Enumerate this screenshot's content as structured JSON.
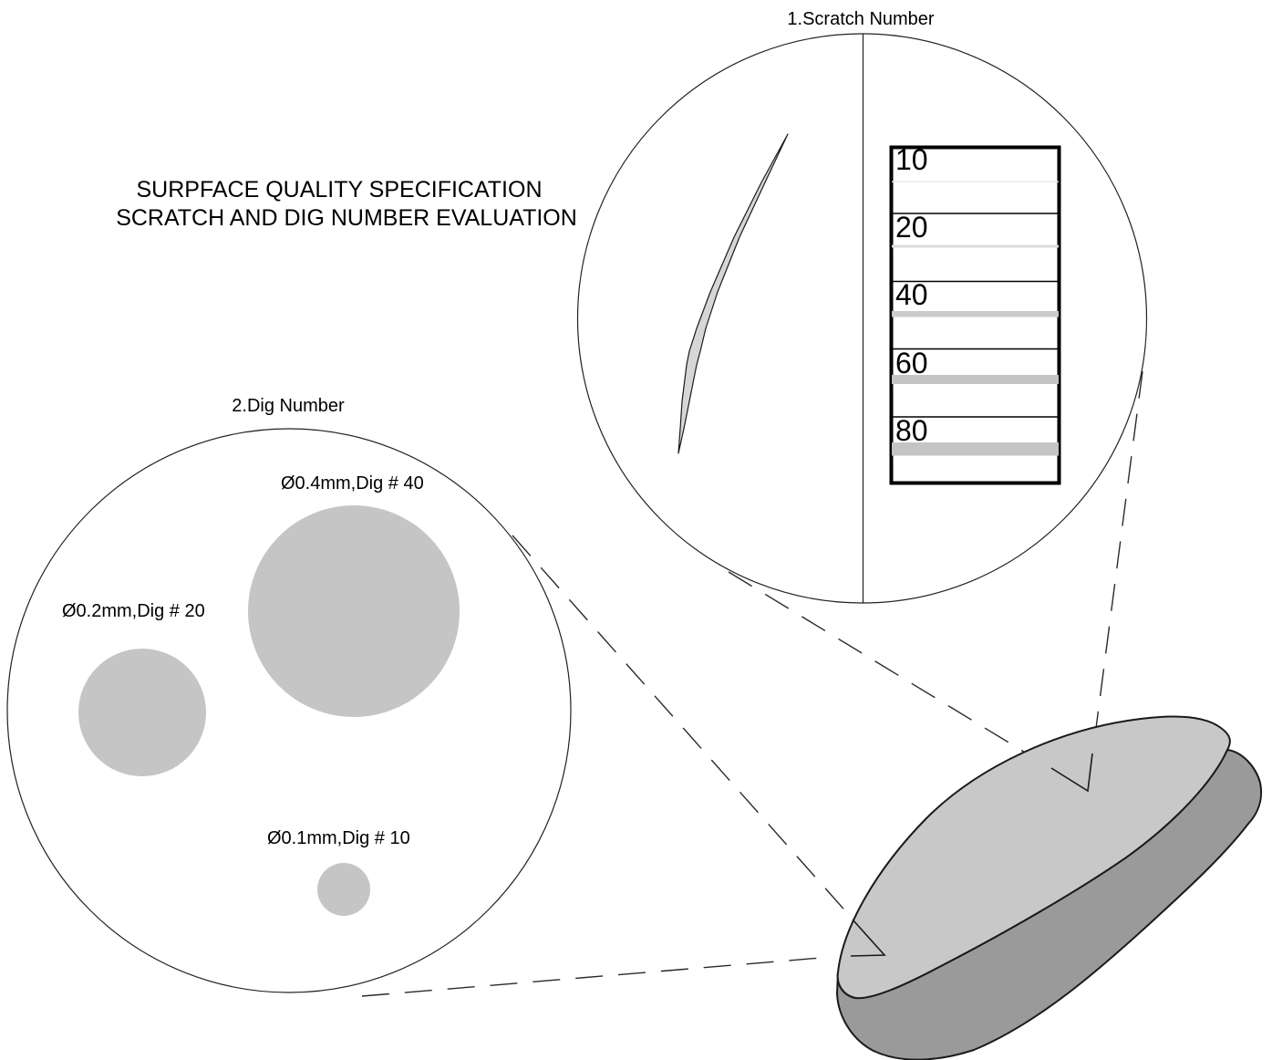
{
  "title": {
    "line1": "SURPFACE QUALITY SPECIFICATION",
    "line2": "SCRATCH AND DIG NUMBER EVALUATION"
  },
  "scratch": {
    "heading": "1.Scratch Number",
    "table": {
      "rows": [
        {
          "number": "10",
          "bar_thickness_px": 1.4
        },
        {
          "number": "20",
          "bar_thickness_px": 3
        },
        {
          "number": "40",
          "bar_thickness_px": 6.5
        },
        {
          "number": "60",
          "bar_thickness_px": 10
        },
        {
          "number": "80",
          "bar_thickness_px": 14.5
        }
      ]
    }
  },
  "dig": {
    "heading": "2.Dig Number",
    "spots": [
      {
        "label": "Ø0.4mm,Dig # 40",
        "diameter_mm": 0.4,
        "dig_number": 40
      },
      {
        "label": "Ø0.2mm,Dig # 20",
        "diameter_mm": 0.2,
        "dig_number": 20
      },
      {
        "label": "Ø0.1mm,Dig # 10",
        "diameter_mm": 0.1,
        "dig_number": 10
      }
    ]
  },
  "colors": {
    "background": "#ffffff",
    "line": "#000000",
    "dig_spot_fill": "#c5c5c5",
    "scratch_mark_fill": "#d6d6d6",
    "disc_top_face": "#c8c8c8",
    "disc_side": "#9a9a9a",
    "bar_colors": [
      "#eaeaea",
      "#dcdcdc",
      "#cbcbcb",
      "#c4c4c4",
      "#c4c4c4"
    ]
  }
}
